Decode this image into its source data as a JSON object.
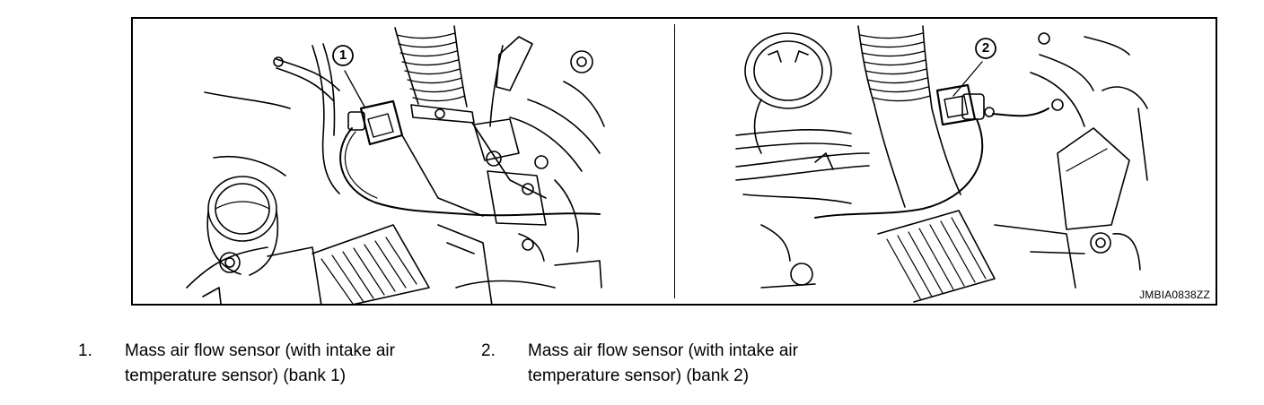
{
  "figure": {
    "code": "JMBIA0838ZZ",
    "callouts": [
      {
        "label": "1"
      },
      {
        "label": "2"
      }
    ]
  },
  "legend": [
    {
      "number": "1.",
      "line1": "Mass air flow sensor (with intake air",
      "line2": "temperature sensor) (bank 1)"
    },
    {
      "number": "2.",
      "line1": "Mass air flow sensor (with intake air",
      "line2": "temperature sensor) (bank 2)"
    }
  ]
}
